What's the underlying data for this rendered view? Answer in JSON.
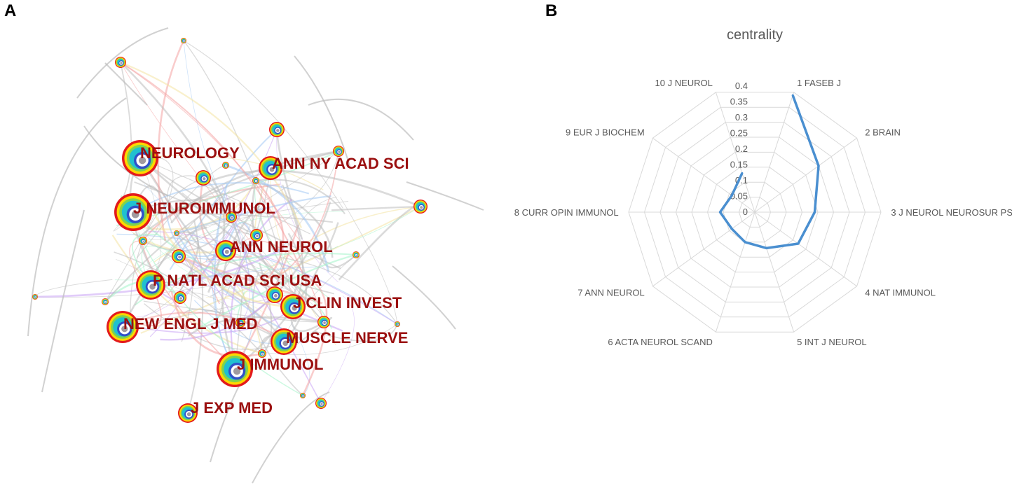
{
  "panels": {
    "a": "A",
    "b": "B"
  },
  "network": {
    "labels": [
      "NEUROLOGY",
      "ANN NY ACAD SCI",
      "J NEUROIMMUNOL",
      "ANN NEUROL",
      "P NATL ACAD SCI USA",
      "J CLIN INVEST",
      "NEW ENGL J MED",
      "MUSCLE NERVE",
      "J IMMUNOL",
      "J EXP MED"
    ],
    "colors": {
      "label": "#9b1010",
      "edge": "#bdbdbd",
      "ring_outer": "#e31a1c",
      "ring_colors": [
        "#e31a1c",
        "#ffd700",
        "#7fd34e",
        "#20c0d0",
        "#3050c8",
        "#ffffff",
        "#a09aa0"
      ]
    }
  },
  "chart_data": {
    "type": "radar",
    "title": "centrality",
    "categories": [
      "1 FASEB J",
      "2 BRAIN",
      "3 J NEUROL NEUROSUR PS",
      "4 NAT IMMUNOL",
      "5 INT J NEUROL",
      "6 ACTA NEUROL SCAND",
      "7 ANN NEUROL",
      "8 CURR OPIN IMMUNOL",
      "9 EUR J BIOCHEM",
      "10 J NEUROL"
    ],
    "series": [
      {
        "values": [
          0.39,
          0.25,
          0.19,
          0.17,
          0.12,
          0.1,
          0.09,
          0.11,
          0.09,
          0.13
        ]
      }
    ],
    "rlim": [
      0,
      0.4
    ],
    "ticks": [
      "0",
      "0.05",
      "0.1",
      "0.15",
      "0.2",
      "0.25",
      "0.3",
      "0.35",
      "0.4"
    ],
    "tick_values": [
      0,
      0.05,
      0.1,
      0.15,
      0.2,
      0.25,
      0.3,
      0.35,
      0.4
    ],
    "grid": true,
    "colors": {
      "line": "#4a8fd0",
      "grid": "#d9d9d9",
      "text": "#595959"
    }
  }
}
